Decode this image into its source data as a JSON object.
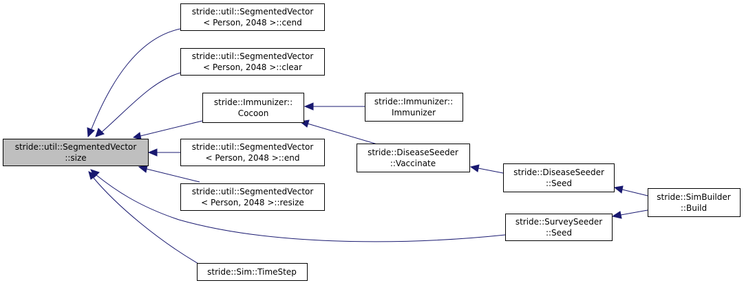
{
  "colors": {
    "edge": "#191970",
    "root_fill": "#bfbfbf",
    "node_fill": "#ffffff",
    "border": "#000000"
  },
  "nodes": {
    "size": {
      "lines": [
        "stride::util::SegmentedVector",
        "::size"
      ]
    },
    "cend": {
      "lines": [
        "stride::util::SegmentedVector",
        "< Person, 2048 >::cend"
      ]
    },
    "clear": {
      "lines": [
        "stride::util::SegmentedVector",
        "< Person, 2048 >::clear"
      ]
    },
    "cocoon": {
      "lines": [
        "stride::Immunizer::",
        "Cocoon"
      ]
    },
    "end": {
      "lines": [
        "stride::util::SegmentedVector",
        "< Person, 2048 >::end"
      ]
    },
    "resize": {
      "lines": [
        "stride::util::SegmentedVector",
        "< Person, 2048 >::resize"
      ]
    },
    "timestep": {
      "lines": [
        "stride::Sim::TimeStep"
      ]
    },
    "immunizer": {
      "lines": [
        "stride::Immunizer::",
        "Immunizer"
      ]
    },
    "vaccinate": {
      "lines": [
        "stride::DiseaseSeeder",
        "::Vaccinate"
      ]
    },
    "dseed": {
      "lines": [
        "stride::DiseaseSeeder",
        "::Seed"
      ]
    },
    "sseed": {
      "lines": [
        "stride::SurveySeeder",
        "::Seed"
      ]
    },
    "build": {
      "lines": [
        "stride::SimBuilder",
        "::Build"
      ]
    }
  }
}
